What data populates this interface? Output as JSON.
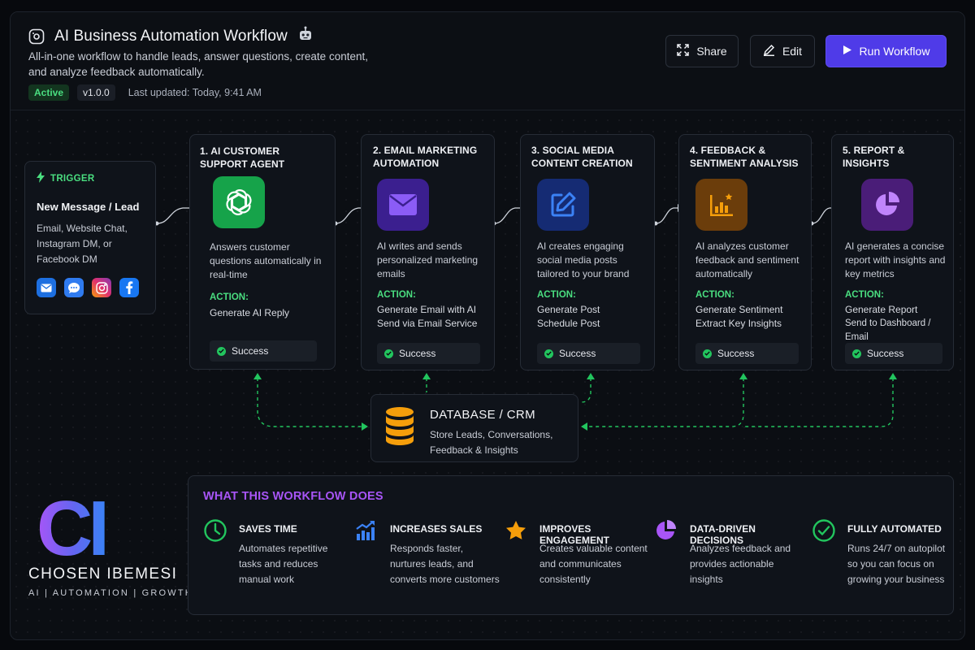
{
  "header": {
    "title": "AI Business Automation Workflow",
    "subtitle": "All-in-one workflow to handle leads, answer questions, create content, and analyze feedback automatically.",
    "status": "Active",
    "version": "v1.0.0",
    "last_updated": "Last updated: Today, 9:41 AM",
    "share_label": "Share",
    "edit_label": "Edit",
    "run_label": "Run Workflow"
  },
  "trigger": {
    "label": "TRIGGER",
    "title": "New Message / Lead",
    "description": "Email, Website Chat, Instagram DM, or Facebook DM",
    "channels": [
      "mail-icon",
      "chat-icon",
      "instagram-icon",
      "facebook-icon"
    ]
  },
  "steps": [
    {
      "title": "1. AI CUSTOMER SUPPORT AGENT",
      "icon": "openai-icon",
      "color": "#16a34a",
      "description": "Answers customer questions automatically in real-time",
      "action_label": "ACTION:",
      "actions": [
        "Generate AI Reply"
      ],
      "status": "Success"
    },
    {
      "title": "2. EMAIL MARKETING AUTOMATION",
      "icon": "mail-icon",
      "color": "#7c3aed",
      "description": "AI writes and sends personalized marketing emails",
      "action_label": "ACTION:",
      "actions": [
        "Generate Email with AI",
        "Send via Email Service"
      ],
      "status": "Success"
    },
    {
      "title": "3. SOCIAL MEDIA CONTENT CREATION",
      "icon": "edit-icon",
      "color": "#2563eb",
      "description": "AI creates engaging social media posts tailored to your brand",
      "action_label": "ACTION:",
      "actions": [
        "Generate Post",
        "Schedule Post"
      ],
      "status": "Success"
    },
    {
      "title": "4. FEEDBACK & SENTIMENT ANALYSIS",
      "icon": "chart-icon",
      "color": "#f59e0b",
      "description": "AI analyzes customer feedback and sentiment automatically",
      "action_label": "ACTION:",
      "actions": [
        "Generate Sentiment",
        "Extract Key Insights"
      ],
      "status": "Success"
    },
    {
      "title": "5. REPORT & INSIGHTS",
      "icon": "pie-icon",
      "color": "#a855f7",
      "description": "AI generates a concise report with insights and key metrics",
      "action_label": "ACTION:",
      "actions": [
        "Generate Report",
        "Send to Dashboard / Email"
      ],
      "status": "Success"
    }
  ],
  "database": {
    "title": "DATABASE / CRM",
    "description": "Store Leads, Conversations, Feedback & Insights"
  },
  "brand": {
    "logo": "CI",
    "name": "CHOSEN IBEMESI",
    "tagline": "AI | AUTOMATION | GROWTH"
  },
  "features": {
    "title": "WHAT THIS WORKFLOW DOES",
    "items": [
      {
        "icon": "clock-icon",
        "title": "SAVES TIME",
        "description": "Automates repetitive tasks and reduces manual work"
      },
      {
        "icon": "growth-icon",
        "title": "INCREASES SALES",
        "description": "Responds faster, nurtures leads, and converts more customers"
      },
      {
        "icon": "star-icon",
        "title": "IMPROVES ENGAGEMENT",
        "description": "Creates valuable content and communicates consistently"
      },
      {
        "icon": "pie-icon",
        "title": "DATA-DRIVEN DECISIONS",
        "description": "Analyzes feedback and provides actionable insights"
      },
      {
        "icon": "check-icon",
        "title": "FULLY AUTOMATED",
        "description": "Runs 24/7 on autopilot so you can focus on growing your business"
      }
    ]
  },
  "colors": {
    "accent": "#4f3be8",
    "success": "#22c55e",
    "active_green": "#4ade80",
    "feature_title": "#a855f7"
  }
}
